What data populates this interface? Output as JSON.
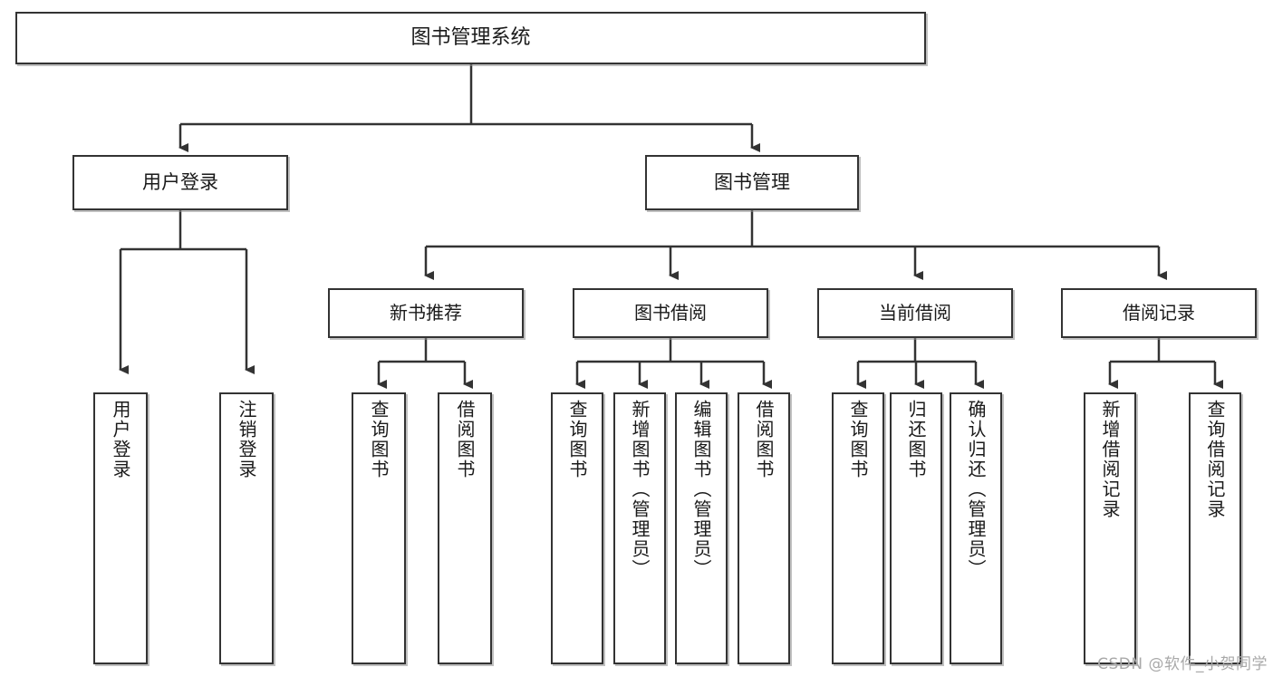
{
  "diagram": {
    "title": "图书管理系统",
    "type": "hierarchy-tree",
    "root": {
      "id": "root",
      "label": "图书管理系统"
    },
    "level1": [
      {
        "id": "user-login",
        "label": "用户登录"
      },
      {
        "id": "book-manage",
        "label": "图书管理"
      }
    ],
    "level2": [
      {
        "id": "new-book-rec",
        "label": "新书推荐"
      },
      {
        "id": "book-borrow",
        "label": "图书借阅"
      },
      {
        "id": "current-borrow",
        "label": "当前借阅"
      },
      {
        "id": "borrow-record",
        "label": "借阅记录"
      }
    ],
    "leaves": {
      "user_login": [
        {
          "id": "leaf-user-login",
          "label": "用户登录"
        },
        {
          "id": "leaf-logout",
          "label": "注销登录"
        }
      ],
      "new_book_rec": [
        {
          "id": "leaf-query-book-1",
          "label": "查询图书"
        },
        {
          "id": "leaf-borrow-book-1",
          "label": "借阅图书"
        }
      ],
      "book_borrow": [
        {
          "id": "leaf-query-book-2",
          "label": "查询图书"
        },
        {
          "id": "leaf-add-book",
          "label": "新增图书（管理员）"
        },
        {
          "id": "leaf-edit-book",
          "label": "编辑图书（管理员）"
        },
        {
          "id": "leaf-borrow-book-2",
          "label": "借阅图书"
        }
      ],
      "current_borrow": [
        {
          "id": "leaf-query-book-3",
          "label": "查询图书"
        },
        {
          "id": "leaf-return-book",
          "label": "归还图书"
        },
        {
          "id": "leaf-confirm-return",
          "label": "确认归还（管理员）"
        }
      ],
      "borrow_record": [
        {
          "id": "leaf-add-record",
          "label": "新增借阅记录"
        },
        {
          "id": "leaf-query-record",
          "label": "查询借阅记录"
        }
      ]
    },
    "colors": {
      "border": "#333333",
      "background": "#ffffff",
      "text": "#1a1a1a",
      "shadow": "#8c8c8c",
      "watermark": "#a9a9a9"
    }
  },
  "watermark": {
    "text": "CSDN @软件_小贺同学"
  }
}
